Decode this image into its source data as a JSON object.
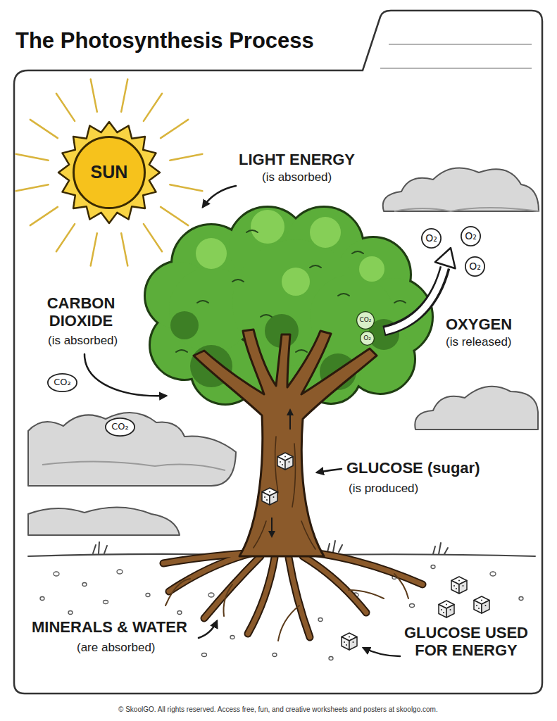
{
  "diagram": {
    "title": "The Photosynthesis Process",
    "nodes": [
      {
        "text": [
          "SUN"
        ]
      },
      {
        "text": [
          "O₂"
        ]
      },
      {
        "text": [
          "O₂"
        ]
      },
      {
        "text": [
          "O₂"
        ]
      },
      {
        "text": [
          "CO₂"
        ]
      },
      {
        "text": [
          "O₂"
        ]
      },
      {
        "text": [
          "CO₂"
        ]
      },
      {
        "text": [
          "CO₂"
        ]
      }
    ],
    "labels": [
      "LIGHT ENERGY",
      "(is absorbed)",
      "CARBON DIOXIDE",
      "(is absorbed)",
      "OXYGEN",
      "(is released)",
      "GLUCOSE (sugar)",
      "(is produced)",
      "MINERALS & WATER",
      "(are absorbed)",
      "GLUCOSE USED FOR ENERGY",
      "© SkoolGO. All rights reserved. Access free, fun, and creative worksheets and posters at skoolgo.com."
    ]
  }
}
